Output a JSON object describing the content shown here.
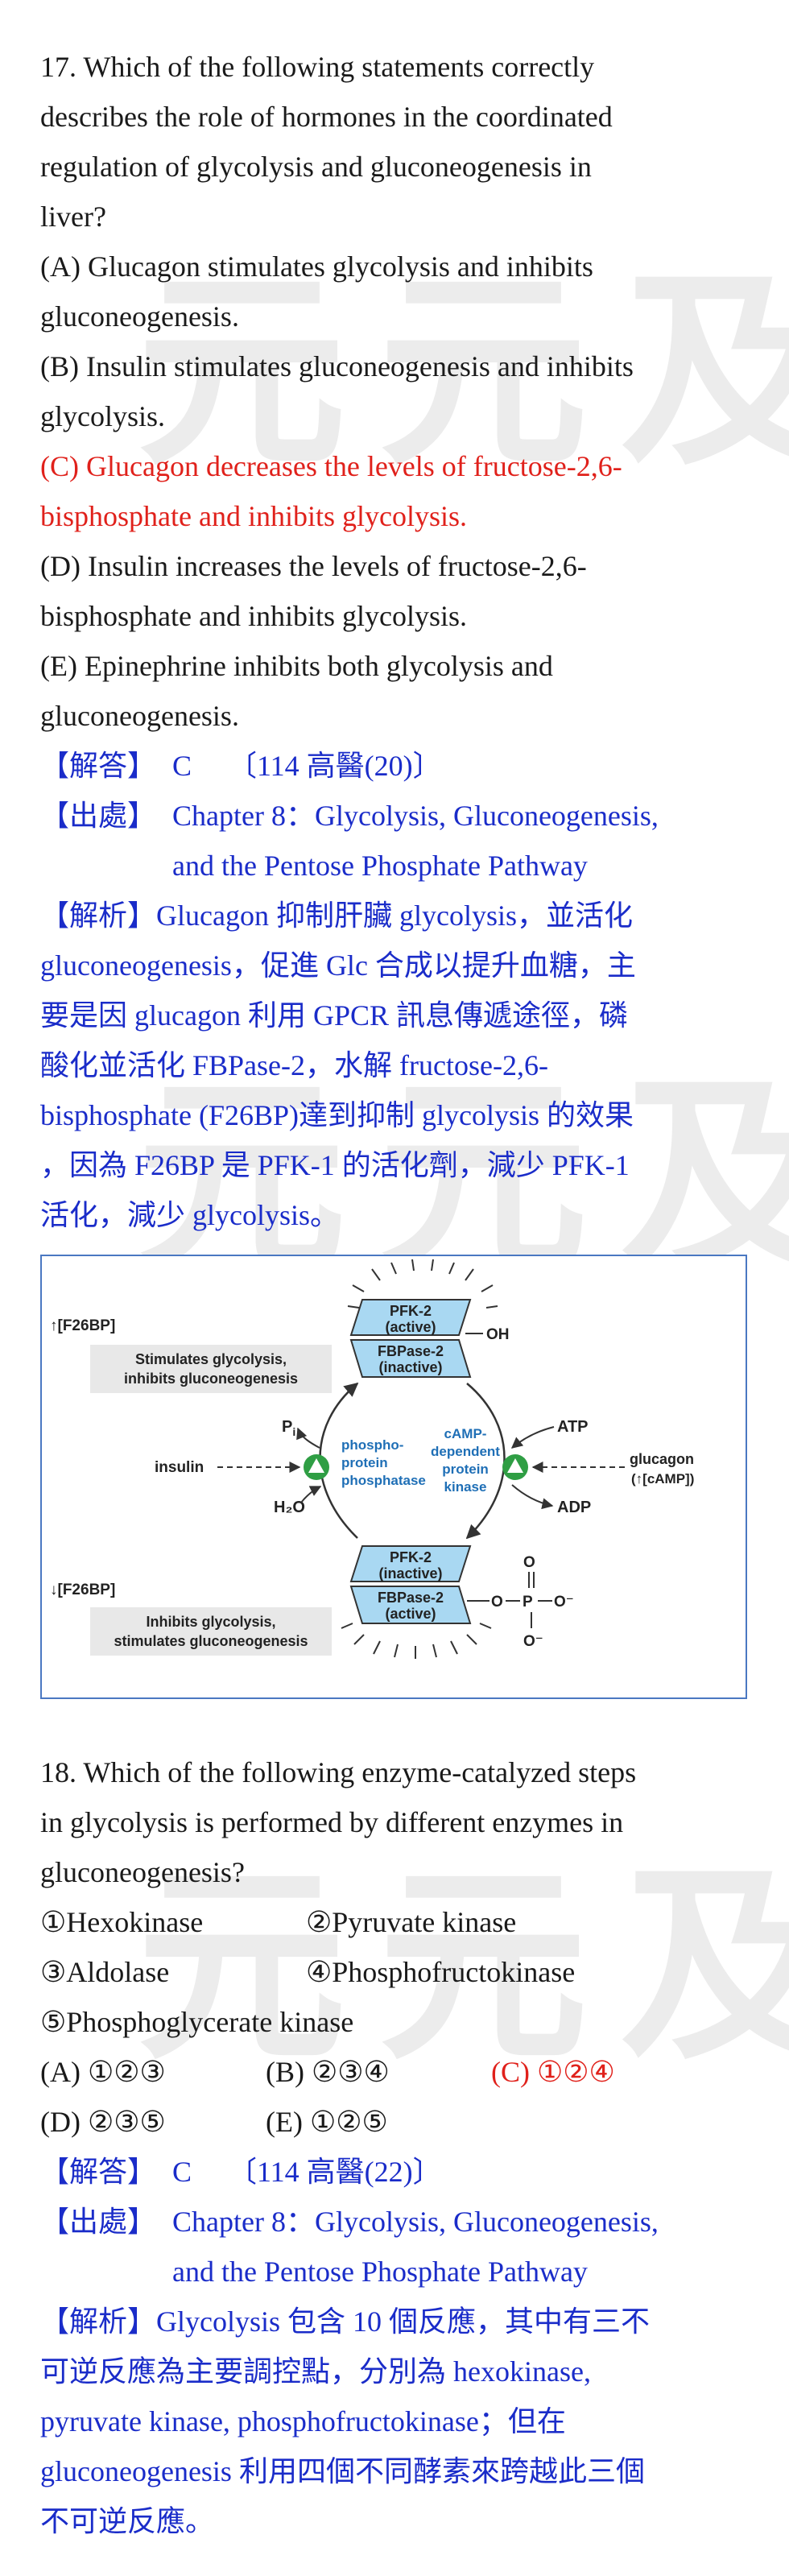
{
  "watermark": "元元及第",
  "q17": {
    "lines": [
      "17. Which of the following statements correctly",
      "describes the role of hormones in the coordinated",
      "regulation of glycolysis and gluconeogenesis in",
      "liver?"
    ],
    "options": [
      {
        "lines": [
          "(A) Glucagon stimulates glycolysis and inhibits",
          "gluconeogenesis."
        ],
        "correct": false
      },
      {
        "lines": [
          "(B) Insulin stimulates gluconeogenesis and inhibits",
          "glycolysis."
        ],
        "correct": false
      },
      {
        "lines": [
          "(C) Glucagon decreases the levels of fructose-2,6-",
          "bisphosphate and inhibits glycolysis."
        ],
        "correct": true
      },
      {
        "lines": [
          "(D) Insulin increases the levels of fructose-2,6-",
          "bisphosphate and inhibits glycolysis."
        ],
        "correct": false
      },
      {
        "lines": [
          "(E) Epinephrine inhibits both glycolysis and",
          "gluconeogenesis."
        ],
        "correct": false
      }
    ],
    "answer_tag": "【解答】",
    "answer": "C　 〔114 高醫(20)〕",
    "source_tag": "【出處】",
    "source": [
      "Chapter 8：Glycolysis, Gluconeogenesis,",
      "and the Pentose Phosphate Pathway"
    ],
    "analysis": [
      "【解析】Glucagon 抑制肝臟 glycolysis，並活化",
      "gluconeogenesis，促進 Glc 合成以提升血糖，主",
      "要是因 glucagon 利用 GPCR 訊息傳遞途徑，磷",
      "酸化並活化 FBPase-2，水解 fructose-2,6-",
      "bisphosphate (F26BP)達到抑制 glycolysis 的效果",
      "，因為 F26BP 是 PFK-1 的活化劑，減少 PFK-1",
      "活化，減少 glycolysis。"
    ]
  },
  "figure": {
    "top_left_label": "↑[F26BP]",
    "top_left_text": [
      "Stimulates glycolysis,",
      "inhibits gluconeogenesis"
    ],
    "bottom_left_label": "↓[F26BP]",
    "bottom_left_text": [
      "Inhibits glycolysis,",
      "stimulates gluconeogenesis"
    ],
    "top_box": [
      "PFK-2",
      "(active)",
      "FBPase-2",
      "(inactive)"
    ],
    "bottom_box": [
      "PFK-2",
      "(inactive)",
      "FBPase-2",
      "(active)"
    ],
    "oh": "OH",
    "pi": "P",
    "pi_sub": "i",
    "h2o": "H₂O",
    "insulin": "insulin",
    "phosphatase": [
      "phospho-",
      "protein",
      "phosphatase"
    ],
    "kinase": [
      "cAMP-",
      "dependent",
      "protein",
      "kinase"
    ],
    "atp": "ATP",
    "adp": "ADP",
    "glucagon": [
      "glucagon",
      "(↑[cAMP])"
    ],
    "phosphate_o": "O",
    "phosphate_p": "P",
    "phosphate_om": "O⁻",
    "colors": {
      "box": "#a9d8f2",
      "text_blue": "#1f6fb6",
      "green": "#2f9e44",
      "border": "#4a78c2"
    }
  },
  "q18": {
    "lines": [
      "18. Which of the following enzyme-catalyzed steps",
      "in glycolysis is performed by different enzymes in",
      "gluconeogenesis?"
    ],
    "enzymes": [
      [
        "①Hexokinase",
        "②Pyruvate kinase"
      ],
      [
        "③Aldolase",
        "④Phosphofructokinase"
      ],
      [
        "⑤Phosphoglycerate kinase"
      ]
    ],
    "choices": [
      [
        {
          "text": "(A) ①②③",
          "correct": false
        },
        {
          "text": "(B) ②③④",
          "correct": false
        },
        {
          "text": "(C) ①②④",
          "correct": true
        }
      ],
      [
        {
          "text": "(D) ②③⑤",
          "correct": false
        },
        {
          "text": "(E) ①②⑤",
          "correct": false
        }
      ]
    ],
    "answer_tag": "【解答】",
    "answer": "C　 〔114 高醫(22)〕",
    "source_tag": "【出處】",
    "source": [
      "Chapter 8：Glycolysis, Gluconeogenesis,",
      "and the Pentose Phosphate Pathway"
    ],
    "analysis": [
      "【解析】Glycolysis 包含 10 個反應，其中有三不",
      "可逆反應為主要調控點，分別為 hexokinase,",
      "pyruvate kinase, phosphofructokinase；但在",
      "gluconeogenesis 利用四個不同酵素來跨越此三個",
      "不可逆反應。"
    ]
  }
}
